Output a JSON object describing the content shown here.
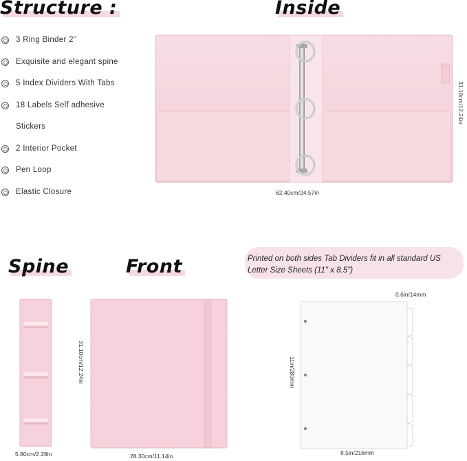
{
  "headings": {
    "structure": "Structure :",
    "inside": "Inside",
    "spine": "Spine",
    "front": "Front"
  },
  "features": [
    "3 Ring Binder 2''",
    "Exquisite and elegant spine",
    "5 Index Dividers With Tabs",
    "18 Labels Self adhesive",
    "Stickers",
    "2 Interior Pocket",
    "Pen Loop",
    "Elastic Closure"
  ],
  "dimensions": {
    "inside_width": "62.40cm/24.57in",
    "inside_height": "31.10cm/12.24in",
    "front_height": "31.10cm/12.24in",
    "front_width": "28.30cm/11.14in",
    "spine_width": "5.80cm/2.28in",
    "tab_width": "0.6in/14mm",
    "divider_height": "11in/280mm",
    "divider_width": "8.5in/216mm"
  },
  "banner": {
    "text": "Printed on both sides Tab Dividers fit in all standard US Letter Size Sheets (11\" x 8.5\")"
  },
  "colors": {
    "binder_pink": "#f6d3dc",
    "highlight_pink": "#f5d9de"
  }
}
